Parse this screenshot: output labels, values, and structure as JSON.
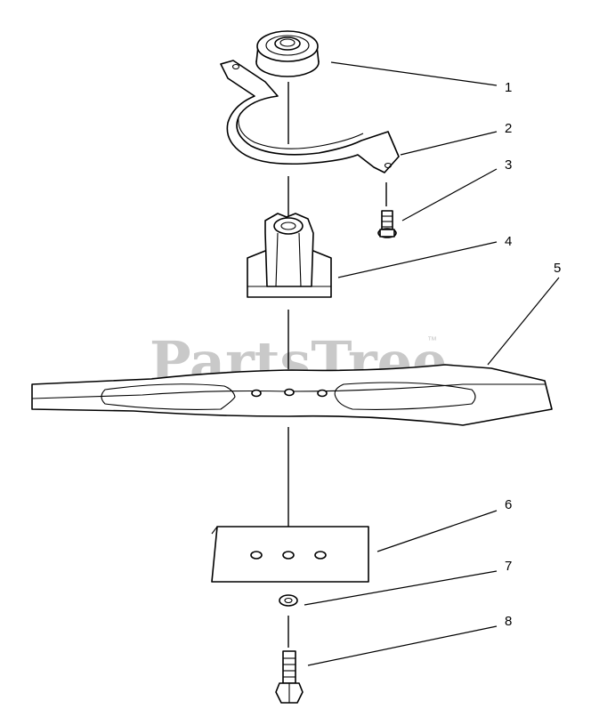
{
  "watermark": {
    "text": "PartsTree",
    "trademark": "™"
  },
  "callouts": [
    {
      "id": "callout-1",
      "label": "1"
    },
    {
      "id": "callout-2",
      "label": "2"
    },
    {
      "id": "callout-3",
      "label": "3"
    },
    {
      "id": "callout-4",
      "label": "4"
    },
    {
      "id": "callout-5",
      "label": "5"
    },
    {
      "id": "callout-6",
      "label": "6"
    },
    {
      "id": "callout-7",
      "label": "7"
    },
    {
      "id": "callout-8",
      "label": "8"
    }
  ]
}
